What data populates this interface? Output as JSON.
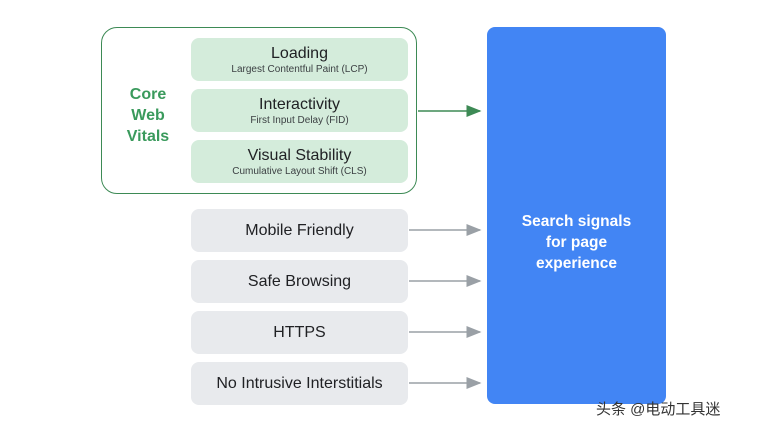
{
  "core_web_vitals": {
    "label_lines": [
      "Core",
      "Web",
      "Vitals"
    ],
    "items": [
      {
        "title": "Loading",
        "subtitle": "Largest Contentful Paint (LCP)"
      },
      {
        "title": "Interactivity",
        "subtitle": "First Input Delay (FID)"
      },
      {
        "title": "Visual Stability",
        "subtitle": "Cumulative Layout Shift (CLS)"
      }
    ]
  },
  "signals": [
    {
      "label": "Mobile Friendly"
    },
    {
      "label": "Safe Browsing"
    },
    {
      "label": "HTTPS"
    },
    {
      "label": "No Intrusive Interstitials"
    }
  ],
  "target": {
    "lines": [
      "Search signals",
      "for page",
      "experience"
    ]
  },
  "watermark": "头条 @电动工具迷",
  "colors": {
    "green_accent": "#3a9a5c",
    "vital_bg": "#d4ecdb",
    "signal_bg": "#e8eaed",
    "target_bg": "#4285f4",
    "arrow_gray": "#9aa0a6",
    "arrow_green": "#3d8a55"
  }
}
